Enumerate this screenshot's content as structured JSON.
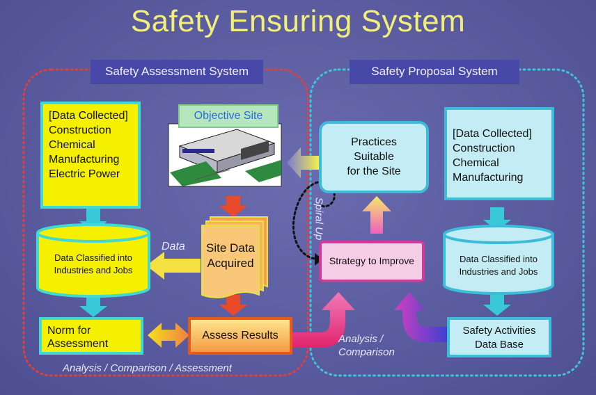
{
  "title": "Safety Ensuring System",
  "sections": {
    "assessment": "Safety Assessment System",
    "proposal": "Safety Proposal System"
  },
  "objective_site": {
    "label": "Objective Site",
    "image": "building-illustration"
  },
  "left": {
    "data_box": [
      "[Data Collected]",
      "Construction",
      "Chemical",
      "Manufacturing",
      "Electric Power"
    ],
    "cylinder": [
      "Data Classified into",
      "Industries and Jobs"
    ],
    "norm": [
      "Norm for",
      "Assessment"
    ]
  },
  "middle": {
    "site_data": [
      "Site Data",
      "Acquired"
    ],
    "assess": "Assess Results",
    "data_label": "Data"
  },
  "right": {
    "practices": [
      "Practices",
      "Suitable",
      "for the Site"
    ],
    "strategy": "Strategy to Improve",
    "spiral": "Spiral Up",
    "data_box": [
      "[Data Collected]",
      "Construction",
      "Chemical",
      "Manufacturing"
    ],
    "cylinder": [
      "Data Classified into",
      "Industries and Jobs"
    ],
    "safety_db": [
      "Safety Activities",
      "Data Base"
    ],
    "analysis": [
      "Analysis /",
      "Comparison"
    ]
  },
  "footer": "Analysis / Comparison / Assessment"
}
